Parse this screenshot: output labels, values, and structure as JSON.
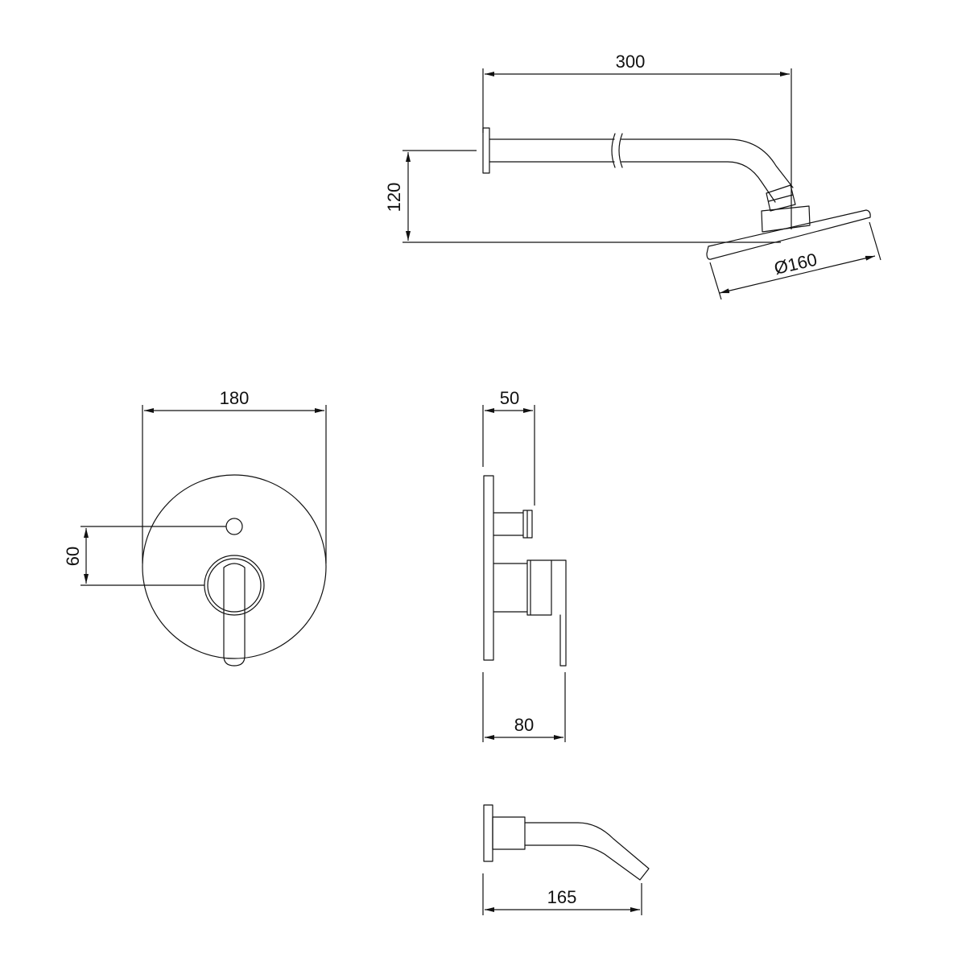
{
  "dimensions": {
    "arm_length": "300",
    "arm_drop": "120",
    "head_diameter": "Ø160",
    "plate_diameter": "180",
    "handle_offset": "60",
    "valve_depth": "50",
    "lever_depth": "80",
    "spout_length": "165"
  },
  "colors": {
    "line": "#111111",
    "background": "#ffffff"
  }
}
